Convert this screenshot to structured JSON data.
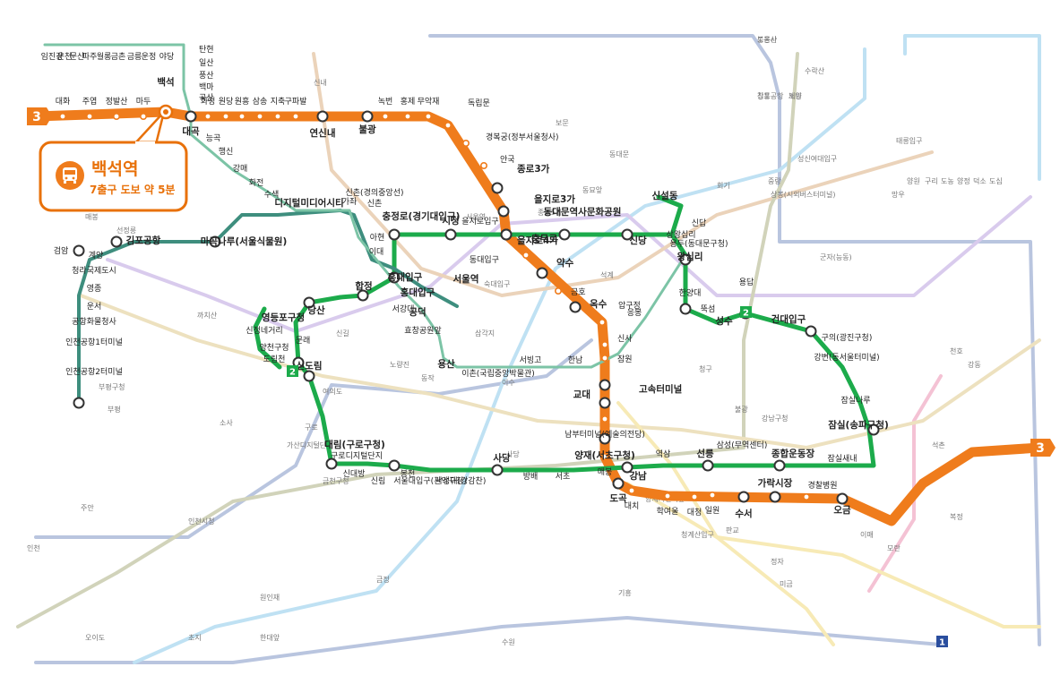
{
  "colors": {
    "line3": "#ef7c1c",
    "line2": "#1cab4b",
    "airport": "#3e8e7e",
    "line1": "#2a4e9e",
    "line4": "#3ca5dc",
    "line5": "#8a5fc9",
    "line6": "#c27a2b",
    "line7": "#72782c",
    "line8": "#e0457b",
    "line9": "#c9a43a",
    "gyeongui": "#7cc4a6",
    "bundang": "#e8c020",
    "callout_border": "#e8710a"
  },
  "callout": {
    "title": "백석역",
    "subtitle": "7출구 도보 약 5분",
    "icon": "bus-icon"
  },
  "line_badges": [
    {
      "id": "badge-3-west",
      "text": "3"
    },
    {
      "id": "badge-3-east",
      "text": "3"
    },
    {
      "id": "badge-2-a",
      "text": "2"
    },
    {
      "id": "badge-2-b",
      "text": "2"
    },
    {
      "id": "badge-1",
      "text": "1"
    }
  ],
  "line3_stations": [
    {
      "name": "대화",
      "bold": false
    },
    {
      "name": "주엽",
      "bold": false
    },
    {
      "name": "정발산",
      "bold": false
    },
    {
      "name": "마두",
      "bold": false
    },
    {
      "name": "백석",
      "bold": true
    },
    {
      "name": "대곡",
      "bold": true
    },
    {
      "name": "화정",
      "bold": false
    },
    {
      "name": "원당",
      "bold": false
    },
    {
      "name": "원흥",
      "bold": false
    },
    {
      "name": "삼송",
      "bold": false
    },
    {
      "name": "지축",
      "bold": false
    },
    {
      "name": "구파발",
      "bold": false
    },
    {
      "name": "연신내",
      "bold": true
    },
    {
      "name": "불광",
      "bold": true
    },
    {
      "name": "녹번",
      "bold": false
    },
    {
      "name": "홍제",
      "bold": false
    },
    {
      "name": "무악재",
      "bold": false
    },
    {
      "name": "독립문",
      "bold": false
    },
    {
      "name": "경복궁(정부서울청사)",
      "bold": false
    },
    {
      "name": "안국",
      "bold": false
    },
    {
      "name": "종로3가",
      "bold": true
    },
    {
      "name": "을지로3가",
      "bold": true
    },
    {
      "name": "충무로",
      "bold": true
    },
    {
      "name": "동대입구",
      "bold": false
    },
    {
      "name": "약수",
      "bold": true
    },
    {
      "name": "금호",
      "bold": false
    },
    {
      "name": "옥수",
      "bold": true
    },
    {
      "name": "압구정",
      "bold": false
    },
    {
      "name": "신사",
      "bold": false
    },
    {
      "name": "잠원",
      "bold": false
    },
    {
      "name": "고속터미널",
      "bold": true
    },
    {
      "name": "교대",
      "bold": true
    },
    {
      "name": "남부터미널(예술의전당)",
      "bold": false
    },
    {
      "name": "양재(서초구청)",
      "bold": true
    },
    {
      "name": "매봉",
      "bold": false
    },
    {
      "name": "도곡",
      "bold": true
    },
    {
      "name": "대치",
      "bold": false
    },
    {
      "name": "학여울",
      "bold": false
    },
    {
      "name": "대청",
      "bold": false
    },
    {
      "name": "일원",
      "bold": false
    },
    {
      "name": "수서",
      "bold": true
    },
    {
      "name": "가락시장",
      "bold": true
    },
    {
      "name": "경찰병원",
      "bold": false
    },
    {
      "name": "오금",
      "bold": true
    }
  ],
  "line2_stations": [
    {
      "name": "시청",
      "bold": true
    },
    {
      "name": "을지로입구",
      "bold": false
    },
    {
      "name": "을지로4가",
      "bold": true
    },
    {
      "name": "동대문역사문화공원",
      "bold": true
    },
    {
      "name": "신당",
      "bold": true
    },
    {
      "name": "상왕십리",
      "bold": false
    },
    {
      "name": "왕십리",
      "bold": true
    },
    {
      "name": "한양대",
      "bold": false
    },
    {
      "name": "뚝섬",
      "bold": false
    },
    {
      "name": "성수",
      "bold": true
    },
    {
      "name": "건대입구",
      "bold": true
    },
    {
      "name": "구의(광진구청)",
      "bold": false
    },
    {
      "name": "강변(동서울터미널)",
      "bold": false
    },
    {
      "name": "잠실나루",
      "bold": false
    },
    {
      "name": "잠실(송파구청)",
      "bold": true
    },
    {
      "name": "잠실새내",
      "bold": false
    },
    {
      "name": "종합운동장",
      "bold": true
    },
    {
      "name": "삼성(무역센터)",
      "bold": false
    },
    {
      "name": "선릉",
      "bold": true
    },
    {
      "name": "역삼",
      "bold": false
    },
    {
      "name": "강남",
      "bold": true
    },
    {
      "name": "서초",
      "bold": false
    },
    {
      "name": "방배",
      "bold": false
    },
    {
      "name": "사당",
      "bold": true
    },
    {
      "name": "낙성대(강감찬)",
      "bold": false
    },
    {
      "name": "서울대입구(관악구청)",
      "bold": false
    },
    {
      "name": "봉천",
      "bold": false
    },
    {
      "name": "신림",
      "bold": false
    },
    {
      "name": "신대방",
      "bold": false
    },
    {
      "name": "구로디지털단지",
      "bold": false
    },
    {
      "name": "대림(구로구청)",
      "bold": true
    },
    {
      "name": "신도림",
      "bold": true
    },
    {
      "name": "문래",
      "bold": false
    },
    {
      "name": "영등포구청",
      "bold": true
    },
    {
      "name": "당산",
      "bold": true
    },
    {
      "name": "합정",
      "bold": true
    },
    {
      "name": "홍대입구",
      "bold": true
    },
    {
      "name": "신촌",
      "bold": false
    },
    {
      "name": "이대",
      "bold": false
    },
    {
      "name": "아현",
      "bold": false
    },
    {
      "name": "충정로(경기대입구)",
      "bold": true
    },
    {
      "name": "용답",
      "bold": false
    },
    {
      "name": "신답",
      "bold": false
    },
    {
      "name": "용두(동대문구청)",
      "bold": false
    },
    {
      "name": "신설동",
      "bold": true
    },
    {
      "name": "도림천",
      "bold": false
    },
    {
      "name": "양천구청",
      "bold": false
    },
    {
      "name": "신정네거리",
      "bold": false
    }
  ],
  "airport_stations": [
    {
      "name": "서울역",
      "bold": true
    },
    {
      "name": "공덕",
      "bold": true
    },
    {
      "name": "홍대입구",
      "bold": true
    },
    {
      "name": "디지털미디어시티",
      "bold": true
    },
    {
      "name": "마곡나루(서울식물원)",
      "bold": true
    },
    {
      "name": "김포공항",
      "bold": true
    },
    {
      "name": "계양",
      "bold": false
    },
    {
      "name": "검암",
      "bold": false
    },
    {
      "name": "청라국제도시",
      "bold": false
    },
    {
      "name": "영종",
      "bold": false
    },
    {
      "name": "운서",
      "bold": false
    },
    {
      "name": "공항화물청사",
      "bold": false
    },
    {
      "name": "인천공항1터미널",
      "bold": false
    },
    {
      "name": "인천공항2터미널",
      "bold": false
    }
  ],
  "gyeongui_stations": [
    {
      "name": "임진강",
      "bold": false
    },
    {
      "name": "운천",
      "bold": false
    },
    {
      "name": "문산",
      "bold": false
    },
    {
      "name": "파주",
      "bold": false
    },
    {
      "name": "월롱",
      "bold": false
    },
    {
      "name": "금촌",
      "bold": false
    },
    {
      "name": "금릉",
      "bold": false
    },
    {
      "name": "운정",
      "bold": false
    },
    {
      "name": "야당",
      "bold": false
    },
    {
      "name": "탄현",
      "bold": false
    },
    {
      "name": "일산",
      "bold": false
    },
    {
      "name": "풍산",
      "bold": false
    },
    {
      "name": "백마",
      "bold": false
    },
    {
      "name": "곡산",
      "bold": false
    },
    {
      "name": "능곡",
      "bold": false
    },
    {
      "name": "행신",
      "bold": false
    },
    {
      "name": "강매",
      "bold": false
    },
    {
      "name": "화전",
      "bold": false
    },
    {
      "name": "수색",
      "bold": false
    },
    {
      "name": "가좌",
      "bold": false
    },
    {
      "name": "신촌(경의중앙선)",
      "bold": false
    },
    {
      "name": "서강대",
      "bold": false
    },
    {
      "name": "효창공원앞",
      "bold": false
    },
    {
      "name": "용산",
      "bold": true
    },
    {
      "name": "이촌(국립중앙박물관)",
      "bold": false
    },
    {
      "name": "서빙고",
      "bold": false
    },
    {
      "name": "한남",
      "bold": false
    },
    {
      "name": "응봉",
      "bold": false
    }
  ],
  "background_labels": [
    {
      "name": "도봉산"
    },
    {
      "name": "창동"
    },
    {
      "name": "노원"
    },
    {
      "name": "수락산"
    },
    {
      "name": "중랑"
    },
    {
      "name": "회기"
    },
    {
      "name": "상봉(시외버스터미널)"
    },
    {
      "name": "망우"
    },
    {
      "name": "양원"
    },
    {
      "name": "구리"
    },
    {
      "name": "도농"
    },
    {
      "name": "양정"
    },
    {
      "name": "덕소"
    },
    {
      "name": "도심"
    },
    {
      "name": "군자(능동)"
    },
    {
      "name": "천호"
    },
    {
      "name": "강동"
    },
    {
      "name": "석촌"
    },
    {
      "name": "복정"
    },
    {
      "name": "이매"
    },
    {
      "name": "모란"
    },
    {
      "name": "정자"
    },
    {
      "name": "미금"
    },
    {
      "name": "판교"
    },
    {
      "name": "청계산입구"
    },
    {
      "name": "양재시민의숲"
    },
    {
      "name": "사당"
    },
    {
      "name": "이수"
    },
    {
      "name": "동작"
    },
    {
      "name": "노량진"
    },
    {
      "name": "여의도"
    },
    {
      "name": "구로"
    },
    {
      "name": "가산디지털단지"
    },
    {
      "name": "금천구청"
    },
    {
      "name": "소사"
    },
    {
      "name": "부평구청"
    },
    {
      "name": "부평"
    },
    {
      "name": "주안"
    },
    {
      "name": "인천"
    },
    {
      "name": "인천시청"
    },
    {
      "name": "원인재"
    },
    {
      "name": "오이도"
    },
    {
      "name": "초지"
    },
    {
      "name": "한대앞"
    },
    {
      "name": "수원"
    },
    {
      "name": "금정"
    },
    {
      "name": "기흥"
    },
    {
      "name": "까치산"
    },
    {
      "name": "신길"
    },
    {
      "name": "삼각지"
    },
    {
      "name": "숙대입구"
    },
    {
      "name": "서울역"
    },
    {
      "name": "종로5가"
    },
    {
      "name": "동묘앞"
    },
    {
      "name": "동대문"
    },
    {
      "name": "보문"
    },
    {
      "name": "성신여대입구"
    },
    {
      "name": "태릉입구"
    },
    {
      "name": "석계"
    },
    {
      "name": "신내"
    },
    {
      "name": "청구"
    },
    {
      "name": "불광"
    },
    {
      "name": "강남구청"
    },
    {
      "name": "선정릉"
    },
    {
      "name": "매봉"
    },
    {
      "name": "봉은사"
    },
    {
      "name": "김포공항"
    },
    {
      "name": "계양"
    }
  ]
}
